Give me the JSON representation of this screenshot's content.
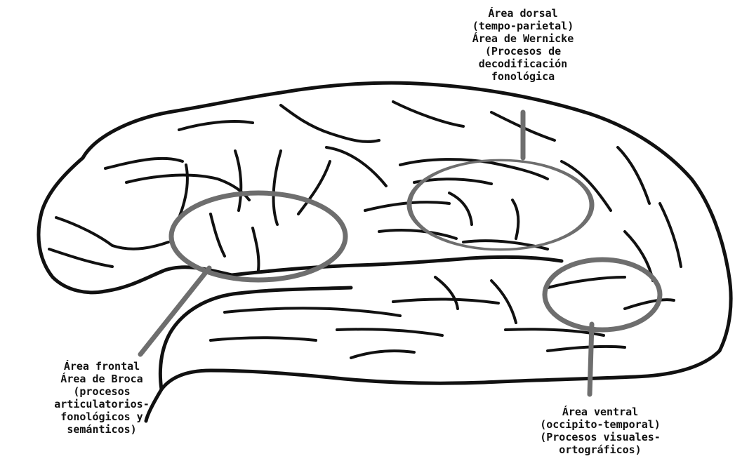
{
  "diagram": {
    "colors": {
      "outline": "#111111",
      "highlight": "#6e6e6e",
      "background": "#ffffff"
    },
    "regions": [
      {
        "id": "dorsal",
        "lines": [
          "Área dorsal",
          "(tempo-parietal)",
          "Área de Wernicke",
          "(Procesos de",
          "decodificación",
          "fonológica"
        ]
      },
      {
        "id": "frontal",
        "lines": [
          "Área frontal",
          "Área de Broca",
          "(procesos",
          "articulatorios-",
          "fonológicos y",
          "semánticos)"
        ]
      },
      {
        "id": "ventral",
        "lines": [
          "Área ventral",
          "(occipito-temporal)",
          "(Procesos visuales-",
          "ortográficos)"
        ]
      }
    ]
  }
}
